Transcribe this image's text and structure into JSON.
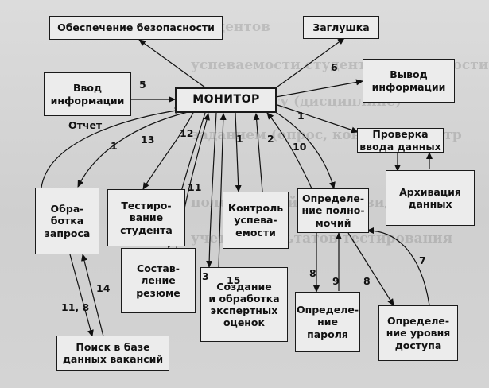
{
  "nodes": {
    "security": "Обеспечение безопасности",
    "stub": "Заглушка",
    "input": "Ввод\nинформации",
    "monitor": "МОНИТОР",
    "output": "Вывод\nинформации",
    "check_input": "Проверка\nввода данных",
    "archive": "Архивация\nданных",
    "process_request": "Обра-\nботка\nзапроса",
    "testing": "Тестиро-\nвание\nстудента",
    "control": "Контроль\nуспева-\nемости",
    "rights": "Определе-\nние полно-\nмочий",
    "resume": "Состав-\nление\nрезюме",
    "expert": "Создание\nи обработка\nэкспертных\nоценок",
    "password": "Определе-\nние\nпароля",
    "access": "Определе-\nние уровня\nдоступа",
    "search": "Поиск в базе\nданных вакансий"
  },
  "labels": {
    "l5": "5",
    "l6": "6",
    "report": "Отчет",
    "l1a": "1",
    "l13": "13",
    "l12": "12",
    "l1b": "1",
    "l2": "2",
    "l10": "10",
    "l1c": "1",
    "l11": "11",
    "l3": "3",
    "l15": "15",
    "l14": "14",
    "l118": "11, 8",
    "l8a": "8",
    "l9": "9",
    "l8b": "8",
    "l7": "7"
  },
  "background_text": [
    "студентов",
    "успеваемости студента (зависимости",
    "по предмету (дисциплине)",
    "заданием (опрос, конспект, контр",
    "поле заданий по индивидуальному",
    "учета результатов тестирования"
  ]
}
